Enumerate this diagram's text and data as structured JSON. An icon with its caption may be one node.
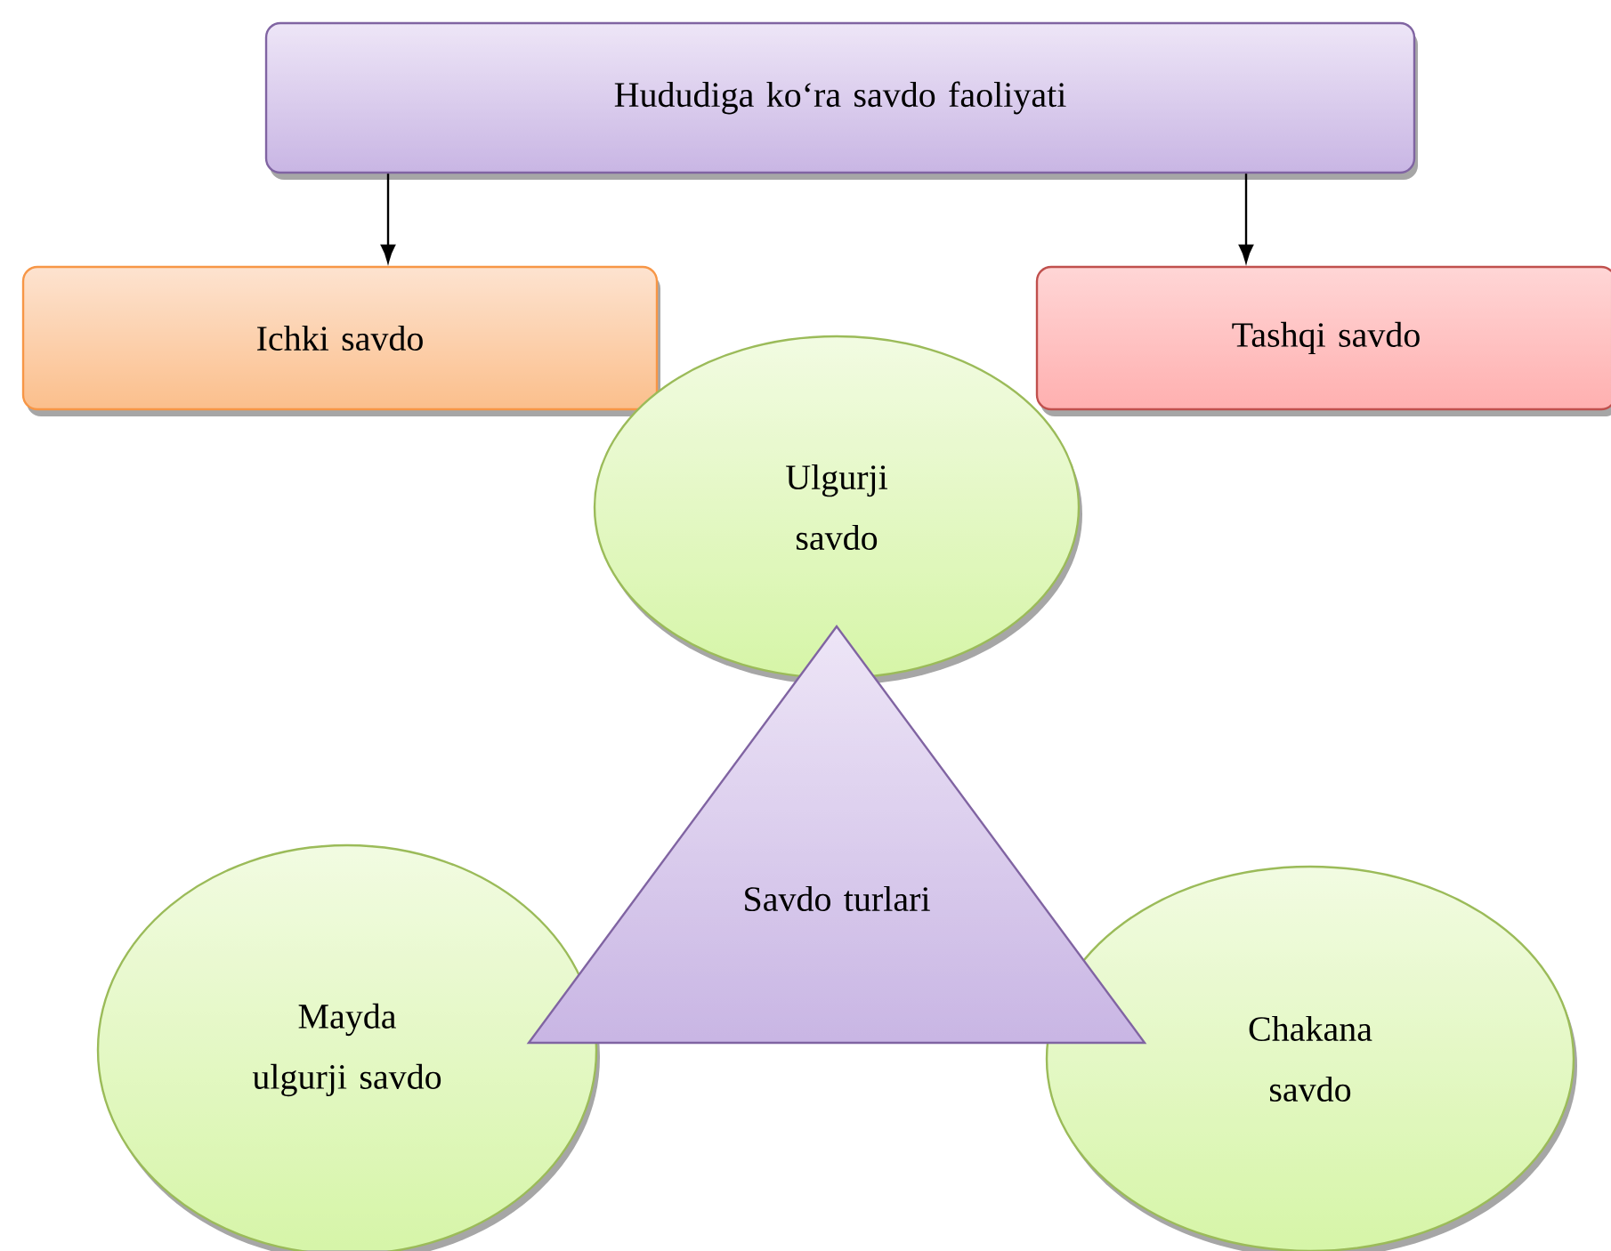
{
  "diagram": {
    "nodes": [
      {
        "text": [
          "Hududiga ko‘ra savdo faoliyati"
        ]
      },
      {
        "text": [
          "Ichki savdo"
        ]
      },
      {
        "text": [
          "Tashqi savdo"
        ]
      },
      {
        "text": [
          "Ulgurji savdo"
        ]
      },
      {
        "text": [
          "Savdo turlari"
        ]
      },
      {
        "text": [
          "Mayda ulgurji savdo"
        ]
      },
      {
        "text": [
          "Chakana savdo"
        ]
      }
    ],
    "edges": [
      {
        "from": 0,
        "to": 1,
        "arrow": "to"
      },
      {
        "from": 0,
        "to": 2,
        "arrow": "to"
      }
    ]
  }
}
